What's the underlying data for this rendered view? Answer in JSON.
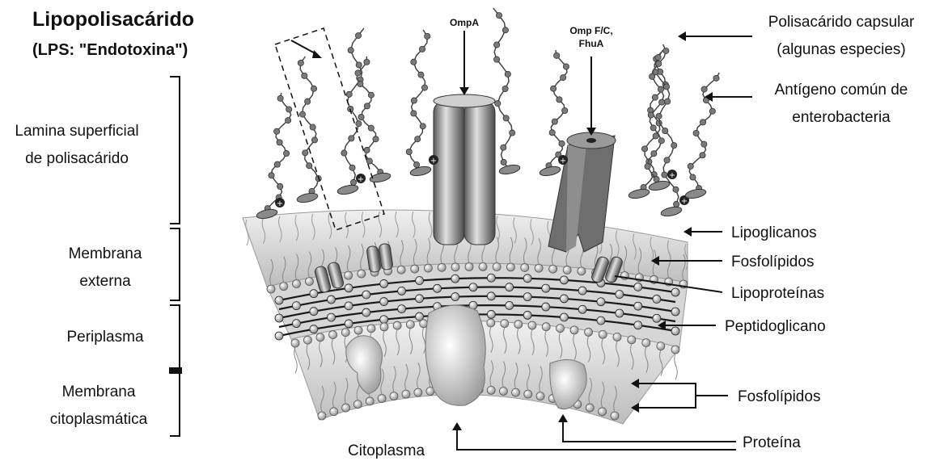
{
  "title": {
    "line1": "Lipopolisacárido",
    "line2": "(LPS: \"Endotoxina\")"
  },
  "top_labels": {
    "ompa": "OmpA",
    "ompfc_line1": "Omp F/C,",
    "ompfc_line2": "FhuA"
  },
  "left_labels": {
    "lamina_line1": "Lamina superficial",
    "lamina_line2": "de polisacárido",
    "membrana_ext_line1": "Membrana",
    "membrana_ext_line2": "externa",
    "periplasma": "Periplasma",
    "membrana_cit_line1": "Membrana",
    "membrana_cit_line2": "citoplasmática"
  },
  "right_labels": {
    "polisacarido_capsular_line1": "Polisacárido capsular",
    "polisacarido_capsular_line2": "(algunas especies)",
    "antigeno_line1": "Antígeno común de",
    "antigeno_line2": "enterobacteria",
    "lipoglicanos": "Lipoglicanos",
    "fosfolipidos_outer": "Fosfolípidos",
    "lipoproteinas": "Lipoproteínas",
    "peptidoglicano": "Peptidoglicano",
    "fosfolipidos_inner": "Fosfolípidos",
    "proteina": "Proteína"
  },
  "bottom_labels": {
    "citoplasma": "Citoplasma"
  },
  "colors": {
    "text": "#111111",
    "membrane_light": "#e8e8e8",
    "membrane_mid": "#bdbdbd",
    "membrane_dark": "#7a7a7a",
    "peptidoglycan": "#1a1a1a"
  }
}
